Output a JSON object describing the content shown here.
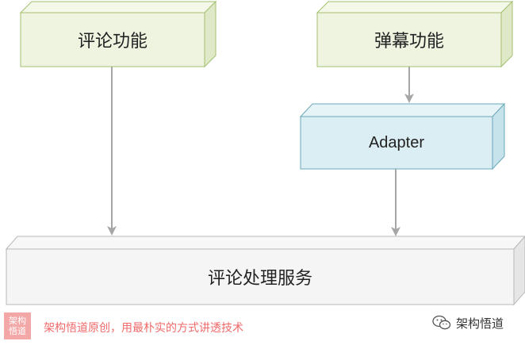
{
  "nodes": {
    "comment_feature": "评论功能",
    "danmaku_feature": "弹幕功能",
    "adapter": "Adapter",
    "comment_service": "评论处理服务"
  },
  "edges": [
    {
      "from": "comment_feature",
      "to": "comment_service"
    },
    {
      "from": "danmaku_feature",
      "to": "adapter"
    },
    {
      "from": "adapter",
      "to": "comment_service"
    }
  ],
  "colors": {
    "feature_fill": "#eef4e0",
    "feature_border": "#a4c070",
    "adapter_fill": "#dbeef3",
    "adapter_border": "#6aa8b8",
    "service_fill": "#f5f5f5",
    "service_border": "#b8b8b8",
    "arrow": "#a6a6a6",
    "watermark": "#f06a6a"
  },
  "footer": {
    "logo_line1": "架构",
    "logo_line2": "悟道",
    "slogan": "架构悟道原创，用最朴实的方式讲透技术",
    "account": "架构悟道",
    "account_icon": "wechat-icon"
  }
}
